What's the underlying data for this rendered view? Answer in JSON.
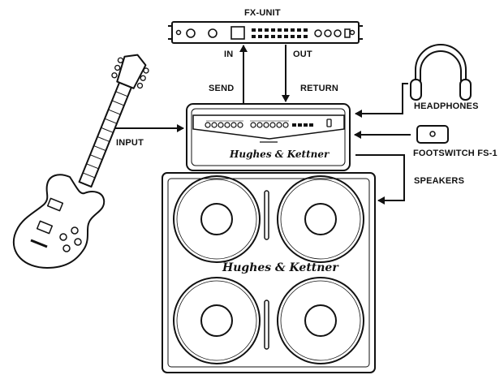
{
  "fx_unit": {
    "label": "FX-UNIT",
    "in_label": "IN",
    "out_label": "OUT"
  },
  "amp": {
    "send_label": "SEND",
    "return_label": "RETURN",
    "input_label": "INPUT",
    "brand": "Hughes & Kettner"
  },
  "outputs": {
    "headphones_label": "HEADPHONES",
    "footswitch_label": "FOOTSWITCH FS-1",
    "speakers_label": "SPEAKERS"
  },
  "cabinet": {
    "brand": "Hughes & Kettner"
  },
  "colors": {
    "line": "#111111",
    "background": "#ffffff"
  }
}
